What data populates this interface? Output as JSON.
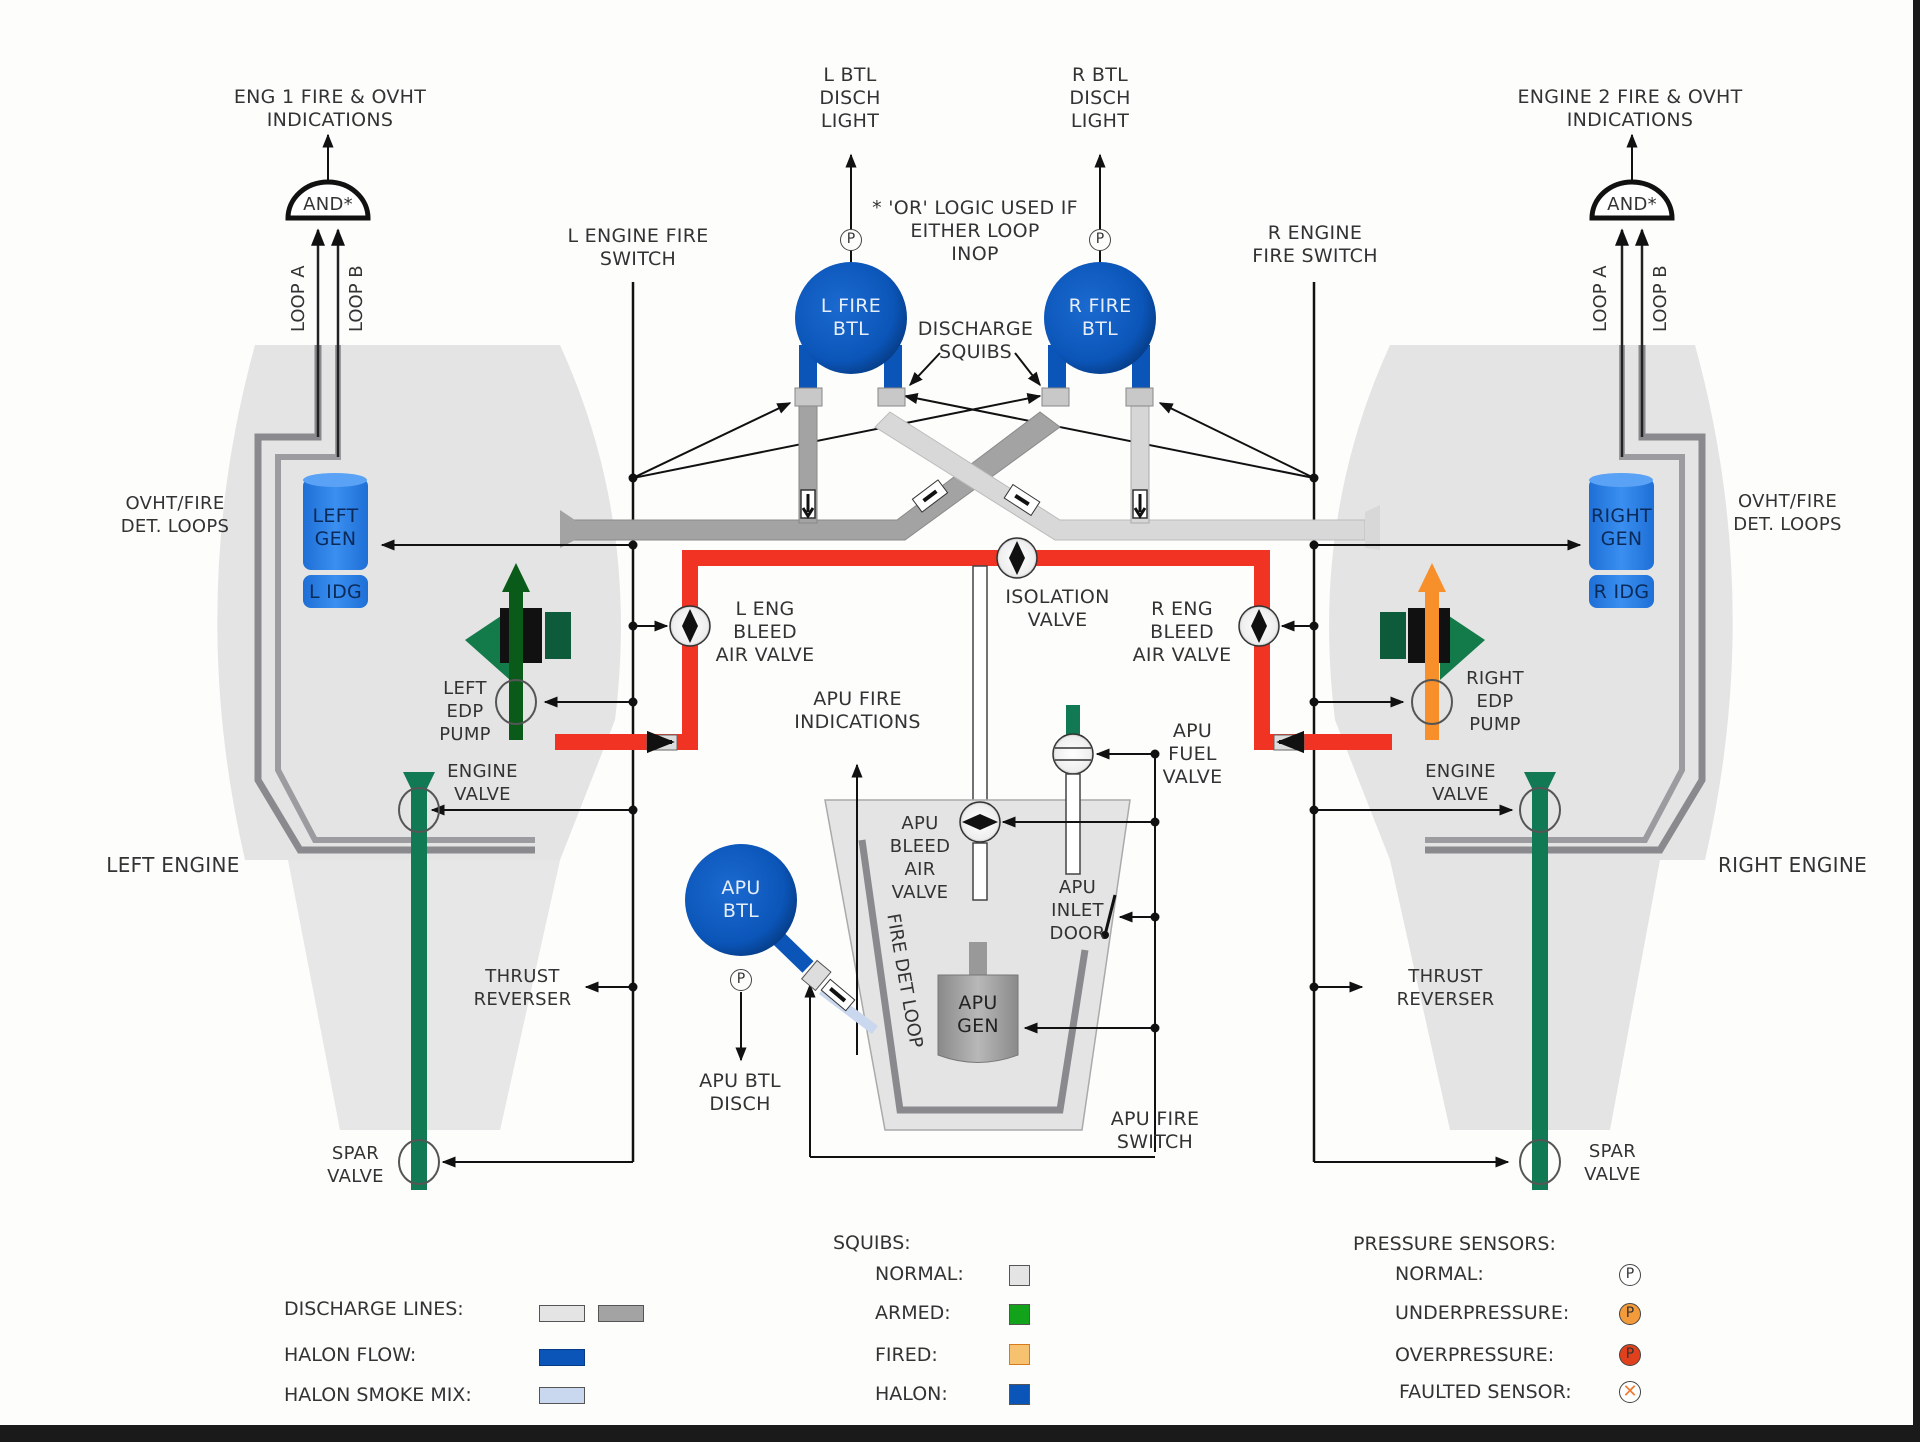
{
  "diagram": {
    "title_left_indication": "ENG 1 FIRE & OVHT\nINDICATIONS",
    "title_right_indication": "ENGINE 2 FIRE & OVHT\nINDICATIONS",
    "and_gate_label": "AND*",
    "loop_a": "LOOP A",
    "loop_b": "LOOP B",
    "or_logic_note": "* 'OR' LOGIC USED IF\nEITHER LOOP\nINOP",
    "l_btl_disch_light": "L BTL\nDISCH\nLIGHT",
    "r_btl_disch_light": "R BTL\nDISCH\nLIGHT",
    "l_engine_fire_switch": "L ENGINE FIRE\nSWITCH",
    "r_engine_fire_switch": "R ENGINE\nFIRE SWITCH",
    "l_fire_btl": "L FIRE\nBTL",
    "r_fire_btl": "R FIRE\nBTL",
    "discharge_squibs": "DISCHARGE\nSQUIBS",
    "ovht_fire_det_loops_left": "OVHT/FIRE\nDET. LOOPS",
    "ovht_fire_det_loops_right": "OVHT/FIRE\nDET. LOOPS",
    "left_gen": "LEFT\nGEN",
    "l_idg": "L IDG",
    "right_gen": "RIGHT\nGEN",
    "r_idg": "R IDG",
    "isolation_valve": "ISOLATION\nVALVE",
    "l_eng_bleed_air_valve": "L ENG\nBLEED\nAIR VALVE",
    "r_eng_bleed_air_valve": "R ENG\nBLEED\nAIR VALVE",
    "left_edp_pump": "LEFT\nEDP\nPUMP",
    "right_edp_pump": "RIGHT\nEDP\nPUMP",
    "engine_valve_left": "ENGINE\nVALVE",
    "engine_valve_right": "ENGINE\nVALVE",
    "left_engine": "LEFT ENGINE",
    "right_engine": "RIGHT ENGINE",
    "apu_fire_indications": "APU FIRE\nINDICATIONS",
    "apu_fuel_valve": "APU\nFUEL\nVALVE",
    "apu_bleed_air_valve": "APU\nBLEED\nAIR\nVALVE",
    "apu_inlet_door": "APU\nINLET\nDOOR",
    "apu_btl": "APU\nBTL",
    "apu_btl_disch": "APU BTL\nDISCH",
    "fire_det_loop": "FIRE DET LOOP",
    "apu_gen": "APU\nGEN",
    "apu_fire_switch": "APU FIRE\nSWITCH",
    "thrust_reverser_left": "THRUST\nREVERSER",
    "thrust_reverser_right": "THRUST\nREVERSER",
    "spar_valve_left": "SPAR\nVALVE",
    "spar_valve_right": "SPAR\nVALVE",
    "pressure_sensor_glyph": "P"
  },
  "legend": {
    "lines": [
      {
        "label": "DISCHARGE LINES:",
        "swatches": [
          "#e4e4e4",
          "#a3a3a3"
        ]
      },
      {
        "label": "HALON FLOW:",
        "swatches": [
          "#0b55b8"
        ]
      },
      {
        "label": "HALON SMOKE MIX:",
        "swatches": [
          "#c9d8ee"
        ]
      }
    ],
    "squibs_title": "SQUIBS:",
    "squibs": [
      {
        "label": "NORMAL:",
        "color": "#e4e4e4"
      },
      {
        "label": "ARMED:",
        "color": "#13a31a"
      },
      {
        "label": "FIRED:",
        "color": "#f6c270"
      },
      {
        "label": "HALON:",
        "color": "#0b55b8"
      }
    ],
    "pressure_title": "PRESSURE SENSORS:",
    "pressure": [
      {
        "label": "NORMAL:",
        "state": "normal",
        "color": "#ffffff"
      },
      {
        "label": "UNDERPRESSURE:",
        "state": "underpressure",
        "color": "#f39a3a"
      },
      {
        "label": "OVERPRESSURE:",
        "state": "overpressure",
        "color": "#e0401c"
      },
      {
        "label": "FAULTED SENSOR:",
        "state": "faulted",
        "color": "#f07a30"
      }
    ]
  },
  "colors": {
    "bleed_duct": "#f03322",
    "halon_blue": "#0b55b8",
    "gen_blue": "#2a7fe0",
    "hyd_green": "#0a5a1a",
    "fuel_green": "#117a55",
    "hyd_orange": "#f7902a",
    "nacelle": "#e4e4e4"
  }
}
